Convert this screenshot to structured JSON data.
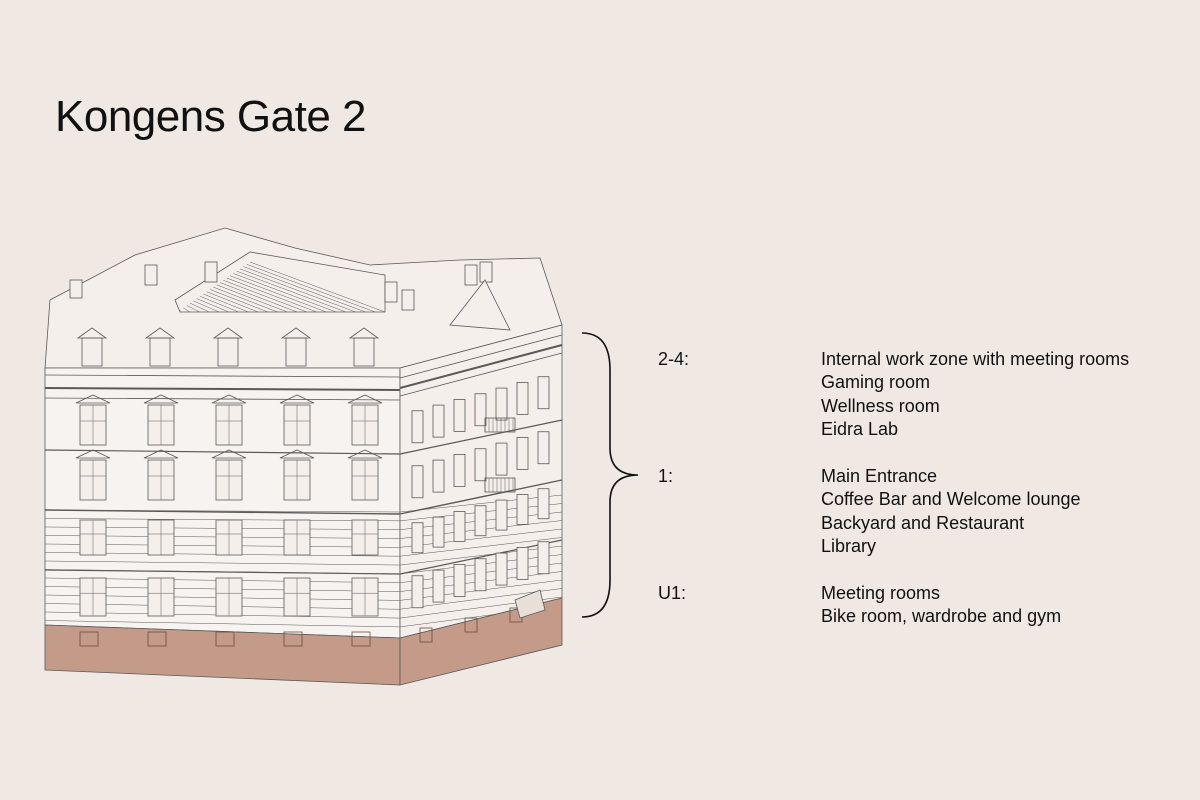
{
  "title": "Kongens Gate 2",
  "colors": {
    "background": "#efe8e3",
    "line": "#5a5a5a",
    "base": "#c49a89"
  },
  "floors": [
    {
      "level": "2-4:",
      "items": [
        "Internal work zone with meeting rooms",
        "Gaming room",
        "Wellness room",
        "Eidra Lab"
      ]
    },
    {
      "level": "1:",
      "items": [
        "Main Entrance",
        "Coffee Bar and Welcome lounge",
        "Backyard and Restaurant",
        "Library"
      ]
    },
    {
      "level": "U1:",
      "items": [
        "Meeting rooms",
        "Bike room, wardrobe and gym"
      ]
    }
  ]
}
